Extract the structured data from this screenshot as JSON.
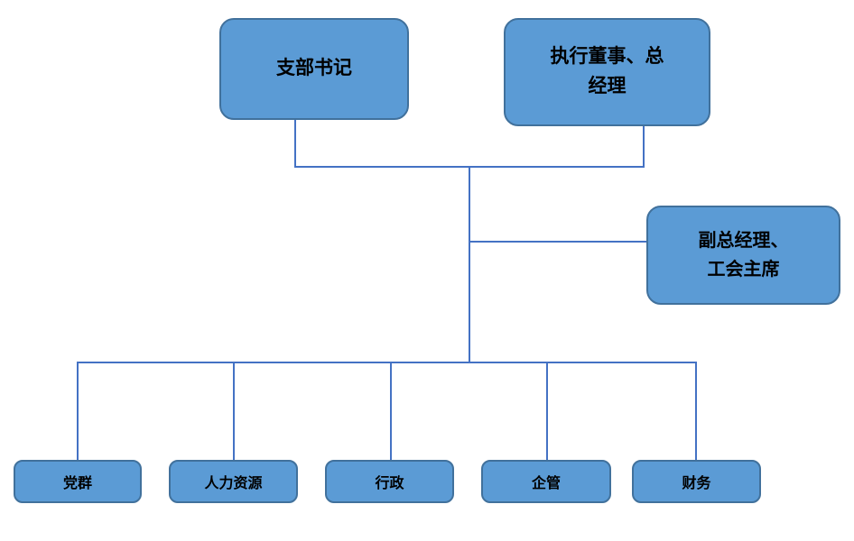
{
  "diagram": {
    "type": "org-chart",
    "colors": {
      "node_fill": "#5b9bd5",
      "node_border": "#41719c",
      "connector": "#4472c4",
      "text": "#000000",
      "background": "#ffffff"
    },
    "nodes": [
      {
        "id": "branch-secretary",
        "label": "支部书记"
      },
      {
        "id": "executive-director-gm",
        "label": "执行董事、总\n经理"
      },
      {
        "id": "deputy-gm-union-chairman",
        "label": "副总经理、\n工会主席"
      },
      {
        "id": "party-group",
        "label": "党群"
      },
      {
        "id": "human-resources",
        "label": "人力资源"
      },
      {
        "id": "administration",
        "label": "行政"
      },
      {
        "id": "enterprise-management",
        "label": "企管"
      },
      {
        "id": "finance",
        "label": "财务"
      }
    ],
    "edges": [
      {
        "from": "branch-secretary",
        "to": "trunk"
      },
      {
        "from": "executive-director-gm",
        "to": "trunk"
      },
      {
        "from": "trunk",
        "to": "deputy-gm-union-chairman"
      },
      {
        "from": "trunk",
        "to": "party-group"
      },
      {
        "from": "trunk",
        "to": "human-resources"
      },
      {
        "from": "trunk",
        "to": "administration"
      },
      {
        "from": "trunk",
        "to": "enterprise-management"
      },
      {
        "from": "trunk",
        "to": "finance"
      }
    ]
  }
}
